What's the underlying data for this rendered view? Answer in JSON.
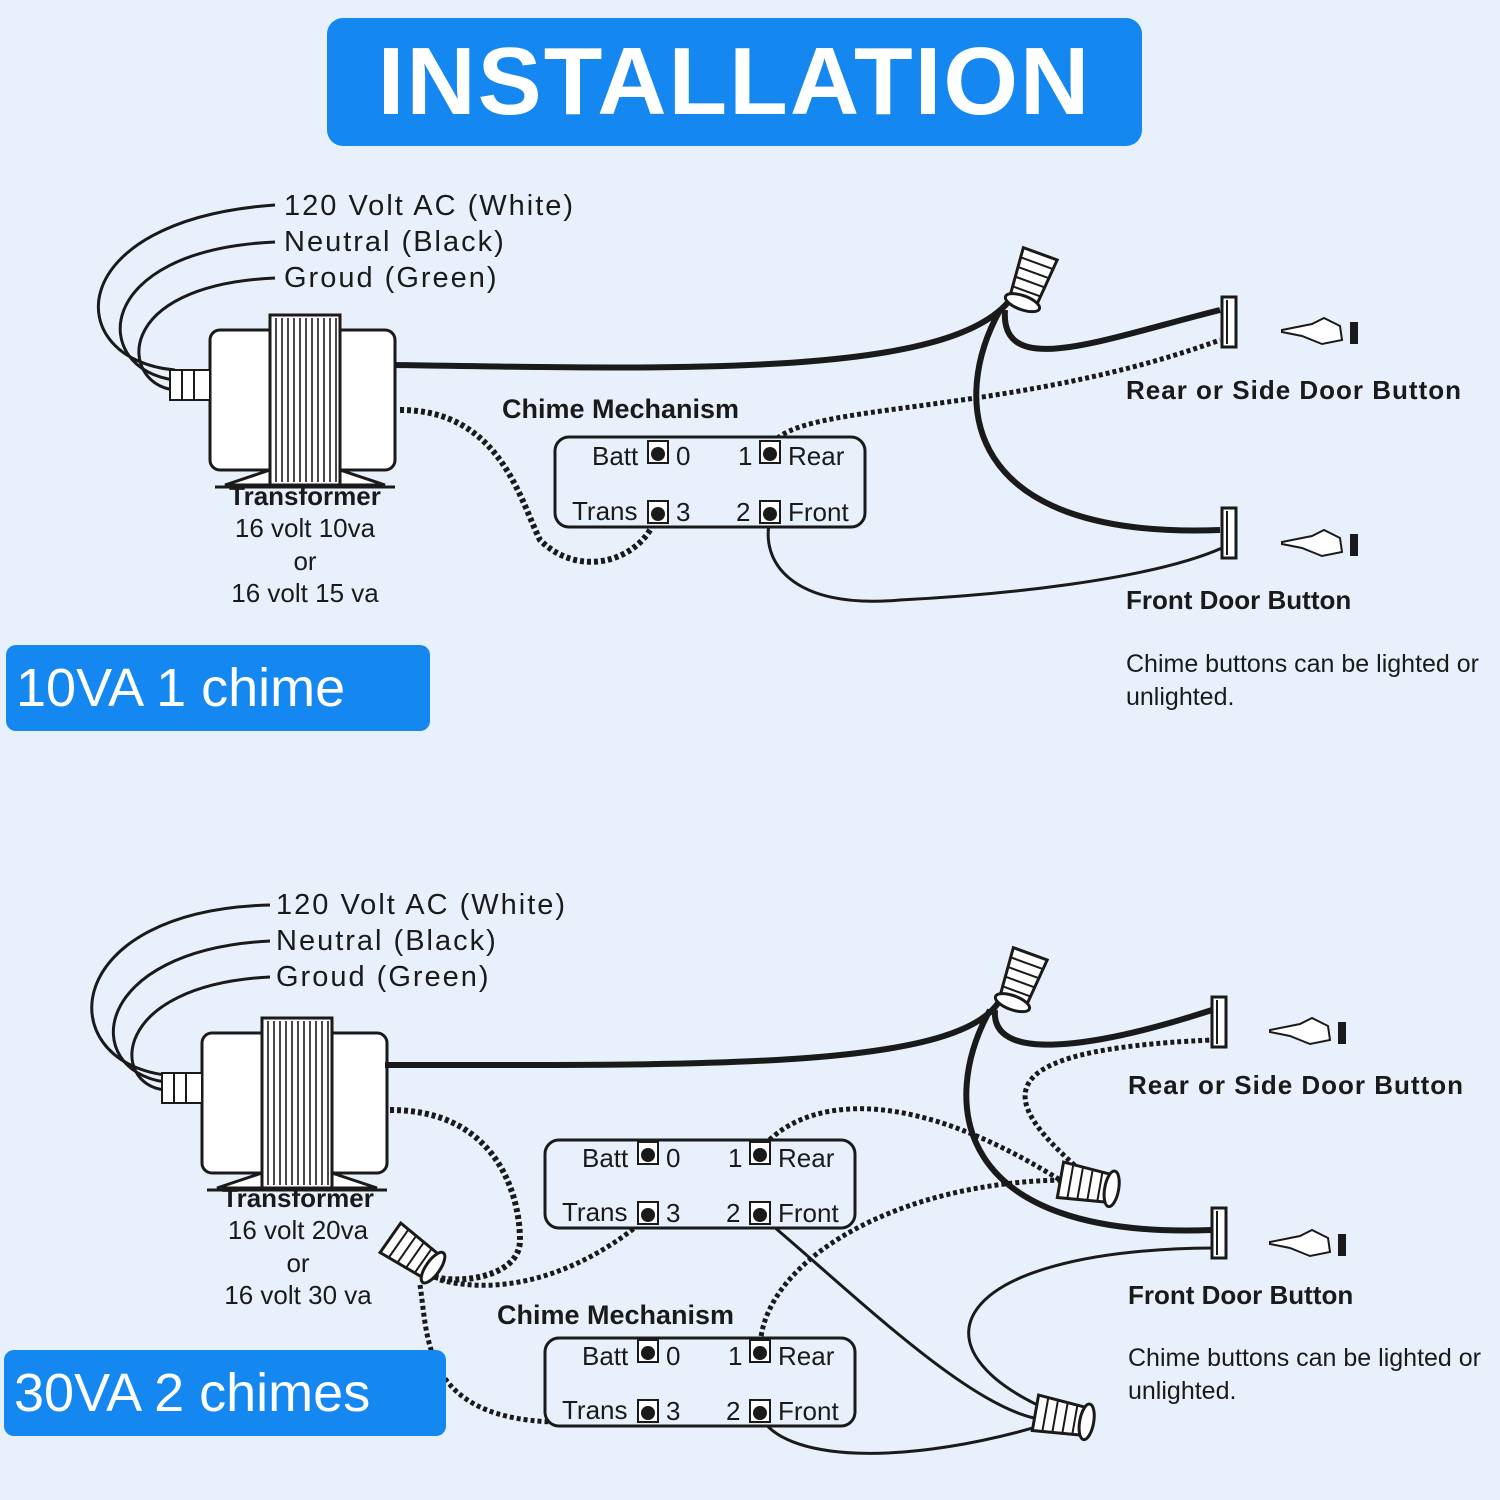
{
  "title": "INSTALLATION",
  "sections": [
    {
      "banner": "10VA  1 chime",
      "wires": [
        "120  Volt  AC  (White)",
        "Neutral  (Black)",
        "Groud  (Green)"
      ],
      "transformer": {
        "label": "Transformer",
        "spec1": "16 volt 10va",
        "or": "or",
        "spec2": "16 volt 15 va"
      },
      "chimes": [
        {
          "title": "Chime  Mechanism",
          "batt": "Batt",
          "n0": "0",
          "trans": "Trans",
          "n3": "3",
          "n1": "1",
          "rear": "Rear",
          "n2": "2",
          "front": "Front"
        }
      ],
      "rear_button": "Rear  or  Side  Door  Button",
      "front_button": "Front Door Button",
      "note": "Chime buttons can be lighted or unlighted."
    },
    {
      "banner": "30VA  2 chimes",
      "wires": [
        "120  Volt  AC  (White)",
        "Neutral  (Black)",
        "Groud  (Green)"
      ],
      "transformer": {
        "label": "Transformer",
        "spec1": "16 volt 20va",
        "or": "or",
        "spec2": "16 volt 30 va"
      },
      "chimes": [
        {
          "title": "",
          "batt": "Batt",
          "n0": "0",
          "trans": "Trans",
          "n3": "3",
          "n1": "1",
          "rear": "Rear",
          "n2": "2",
          "front": "Front"
        },
        {
          "title": "Chime  Mechanism",
          "batt": "Batt",
          "n0": "0",
          "trans": "Trans",
          "n3": "3",
          "n1": "1",
          "rear": "Rear",
          "n2": "2",
          "front": "Front"
        }
      ],
      "rear_button": "Rear  or  Side  Door  Button",
      "front_button": "Front Door Button",
      "note": "Chime buttons can be lighted or unlighted."
    }
  ],
  "colors": {
    "banner": "#1488f0",
    "background": "#e8f1fb",
    "line": "#1a1a1a"
  }
}
